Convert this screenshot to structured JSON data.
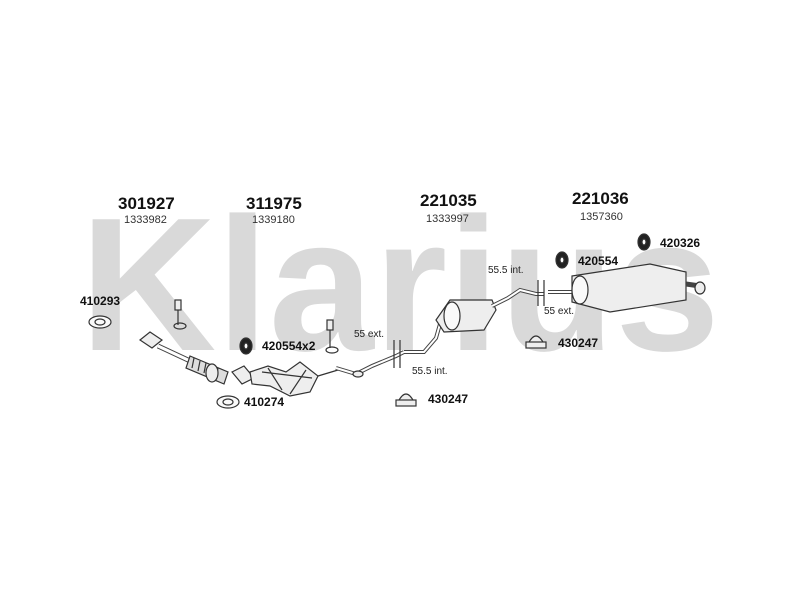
{
  "watermark": {
    "brand": "Klarius",
    "color": "#d9d9d9"
  },
  "groups": [
    {
      "number": "301927",
      "oe": "1333982"
    },
    {
      "number": "311975",
      "oe": "1339180"
    },
    {
      "number": "221035",
      "oe": "1333997"
    },
    {
      "number": "221036",
      "oe": "1357360"
    }
  ],
  "fittings": {
    "gasket_front": "410293",
    "gasket_cat": "410274",
    "rubber_mount_pair": "420554x2",
    "clamp_mid": "430247",
    "rubber_mount_rear": "420554",
    "rubber_mount_tail": "420326",
    "clamp_rear": "430247"
  },
  "notes": {
    "ext_front": "55 ext.",
    "int_front": "55.5 int.",
    "int_rear": "55.5 int.",
    "ext_rear": "55 ext."
  },
  "colors": {
    "line": "#333333",
    "fill": "#eeeeee"
  }
}
